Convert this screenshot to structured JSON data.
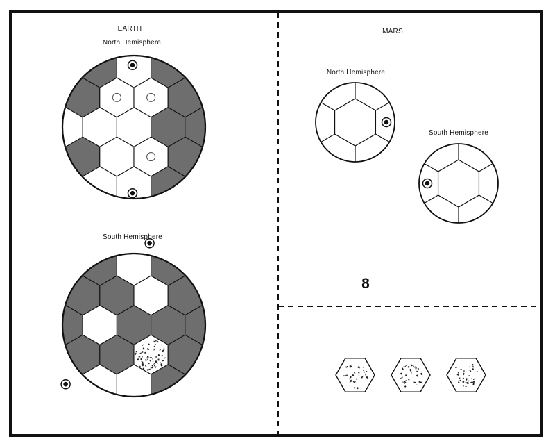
{
  "earth": {
    "title": "EARTH",
    "north": {
      "label": "North Hemisphere"
    },
    "south": {
      "label": "South Hemisphere"
    }
  },
  "mars": {
    "title": "MARS",
    "north": {
      "label": "North Hemisphere"
    },
    "south": {
      "label": "South Hemisphere"
    }
  },
  "panel_number": "8",
  "colors": {
    "line": "#111111",
    "shaded_cell": "#6e6e6e",
    "open_cell": "#ffffff",
    "marker": "#111111"
  },
  "icons": [
    "filled-marker-icon",
    "open-circle-icon",
    "speckled-hex-tile-icon"
  ]
}
